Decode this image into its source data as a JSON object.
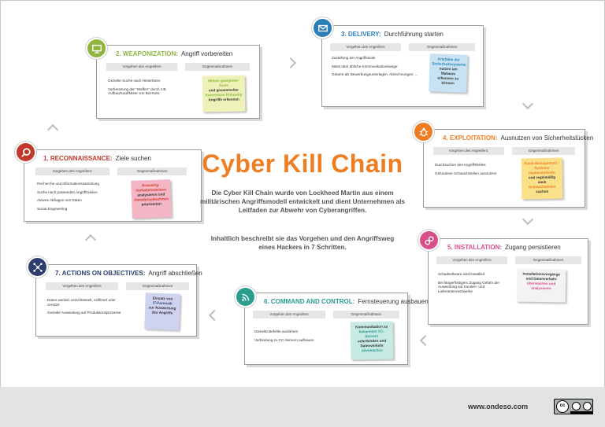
{
  "main": {
    "title": "Cyber Kill Chain",
    "intro": "Die Cyber Kill Chain wurde von Lockheed Martin aus einem militärischen Angriffsmodell entwickelt und dient Unternehmen als Leitfaden zur Abwehr von Cyberangriffen.",
    "intro2": "Inhaltlich beschreibt sie das Vorgehen und den Angriffsweg eines Hackers in 7 Schritten."
  },
  "colors": {
    "orange": "#ef7d22",
    "red": "#c0392b",
    "green": "#8cb63c",
    "blue": "#2a7fb8",
    "pink": "#d94f8a",
    "navy": "#2d3e6e",
    "teal": "#2a9d8f"
  },
  "stages": [
    {
      "title": "1. RECONNAISSANCE:",
      "subtitle": "Ziele suchen",
      "icon": "magnifier-icon",
      "col1": "Vorgehen des Angreifers:",
      "col2": "Gegenmaßnahmen",
      "steps": [
        "Recherche und Informationssammlung",
        "Suche nach passenden Angriffszielen",
        "Aktives Abfragen von Daten",
        "Social Engineering"
      ],
      "note": [
        "Browsing-Verhaltensweisen",
        "analysieren und",
        "Abwehrmaßnahmen",
        "priorisieren"
      ]
    },
    {
      "title": "2. WEAPONIZATION:",
      "subtitle": "Angriff vorbereiten",
      "icon": "monitor-icon",
      "col1": "Vorgehen des Angreifers",
      "col2": "Gegenmaßnahmen",
      "steps": [
        "Gezielte Suche nach Hintertüren",
        "Vorbereitung der \"Waffen\" durch z.B. Aufbau/Kauf/Miete von Bot-Netz"
      ],
      "note": [
        "Mittels geeigneter Tools",
        "und gesammelter",
        "Kenntnisse frühzeitig",
        "Angriffe erkennen"
      ]
    },
    {
      "title": "3. DELIVERY:",
      "subtitle": "Durchführung starten",
      "icon": "envelope-icon",
      "col1": "Vorgehen des Angreifers",
      "col2": "Gegenmaßnahmen",
      "steps": [
        "Zustellung der Angriffstools",
        "Meist über übliche Kommunikationswege",
        "Getarnt als Bewerbungsunterlagen, Abrechnungen, ..."
      ],
      "note": [
        "Artefakte der",
        "Sicherheitssysteme",
        "nutzen um Malware",
        "erkennen zu können"
      ]
    },
    {
      "title": "4. EXPLOITATION:",
      "subtitle": "Ausnutzen von Sicherheitslücken",
      "icon": "bug-icon",
      "col1": "Vorgehen des Angreifers:",
      "col2": "Gegenmaßnahmen",
      "steps": [
        "Durchsuchen des Angriffsfeldes",
        "Gefundene Schwachstellen ausnutzen"
      ],
      "note": [
        "Patch-Management -",
        "Systeme implementieren",
        "und regelmäßig nach",
        "Schwachstellen",
        "suchen"
      ]
    },
    {
      "title": "5. INSTALLATION:",
      "subtitle": "Zugang persistieren",
      "icon": "link-icon",
      "col1": "Vorgehen des Angreifers",
      "col2": "Gegenmaßnahmen",
      "steps": [
        "Schadsoftware wird installiert",
        "Bei längerfristigem Zugang Gefahr der Ausweitung auf Kunden- und Lieferantennetzwerke"
      ],
      "note": [
        "Installationsvorgänge",
        "und Datenverkehr",
        "überwachen und",
        "analysieren"
      ]
    },
    {
      "title": "6. COMMAND AND CONTROL:",
      "subtitle": "Fernsteuerung ausbauen",
      "icon": "wifi-icon",
      "col1": "Vorgehen des Angreifers",
      "col2": "Gegenmaßnahmen",
      "steps": [
        "Gezielte Befehle ausführen",
        "Verbindung zu CC-Servern aufbauen"
      ],
      "note": [
        "Kommunikation zu",
        "bekannten CC-Servern",
        "unterbinden und",
        "Datenverkehr",
        "überwachen"
      ]
    },
    {
      "title": "7. ACTIONS ON OBJECTIVES:",
      "subtitle": "Angriff abschließen",
      "icon": "network-icon",
      "col1": "Vorgehen des Angreifers",
      "col2": "Gegenmaßnahmen",
      "steps": [
        "Daten werden verschlüsselt, exfiltriert oder zerstört",
        "Gezielte Ausweitung auf Produktionsprozesse"
      ],
      "note": [
        "Einsatz von",
        "IT-Forensik",
        "zur Auswertung",
        "des Angriffs"
      ]
    }
  ],
  "footer": {
    "url": "www.ondeso.com",
    "license": "cc"
  }
}
